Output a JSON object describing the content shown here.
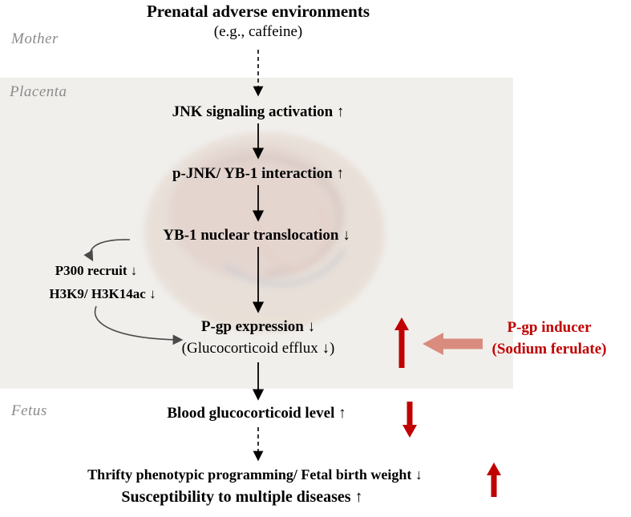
{
  "title": "Prenatal adverse environments",
  "subtitle": "(e.g., caffeine)",
  "region_labels": {
    "mother": "Mother",
    "placenta": "Placenta",
    "fetus": "Fetus"
  },
  "nodes": {
    "jnk_activation": "JNK signaling activation ↑",
    "pjnk_yb1_interaction": "p-JNK/ YB-1 interaction ↑",
    "yb1_translocation": "YB-1 nuclear translocation ↓",
    "p300_recruit": "P300 recruit ↓",
    "h3k9_h3k14ac": "H3K9/ H3K14ac ↓",
    "pgp_expression": "P-gp expression ↓",
    "glucocorticoid_efflux": "(Glucocorticoid efflux ↓)",
    "blood_glucocorticoid": "Blood glucocorticoid level ↑",
    "thrifty_programming": "Thrifty phenotypic programming/ Fetal birth weight ↓",
    "susceptibility": "Susceptibility to multiple diseases ↑"
  },
  "inducer": {
    "name": "P-gp inducer",
    "detail": "(Sodium ferulate)"
  },
  "colors": {
    "accent_red": "#c00000",
    "block_arrow_salmon": "#d98c7e",
    "region_label_gray": "#8a8a8a",
    "placenta_panel_bg": "#f1efec"
  }
}
